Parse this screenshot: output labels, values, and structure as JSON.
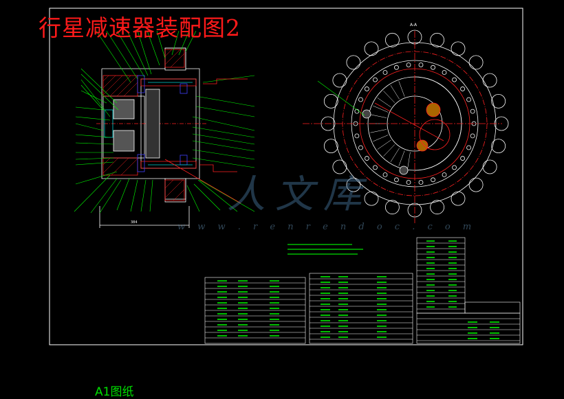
{
  "title": "行星减速器装配图2",
  "paper_size": "A1图纸",
  "watermark": {
    "name": "人文库",
    "url": "w w w . r e n r e n d o c . c o m"
  },
  "section_label": "A-A",
  "dimension_label": "384",
  "colors": {
    "background": "#000000",
    "border": "#ffffff",
    "title": "#ff1a1a",
    "line": "#ffffff",
    "leader": "#00ff00",
    "hatch": "#ff2020",
    "part_blue": "#4040ff",
    "text": "#00e000"
  }
}
